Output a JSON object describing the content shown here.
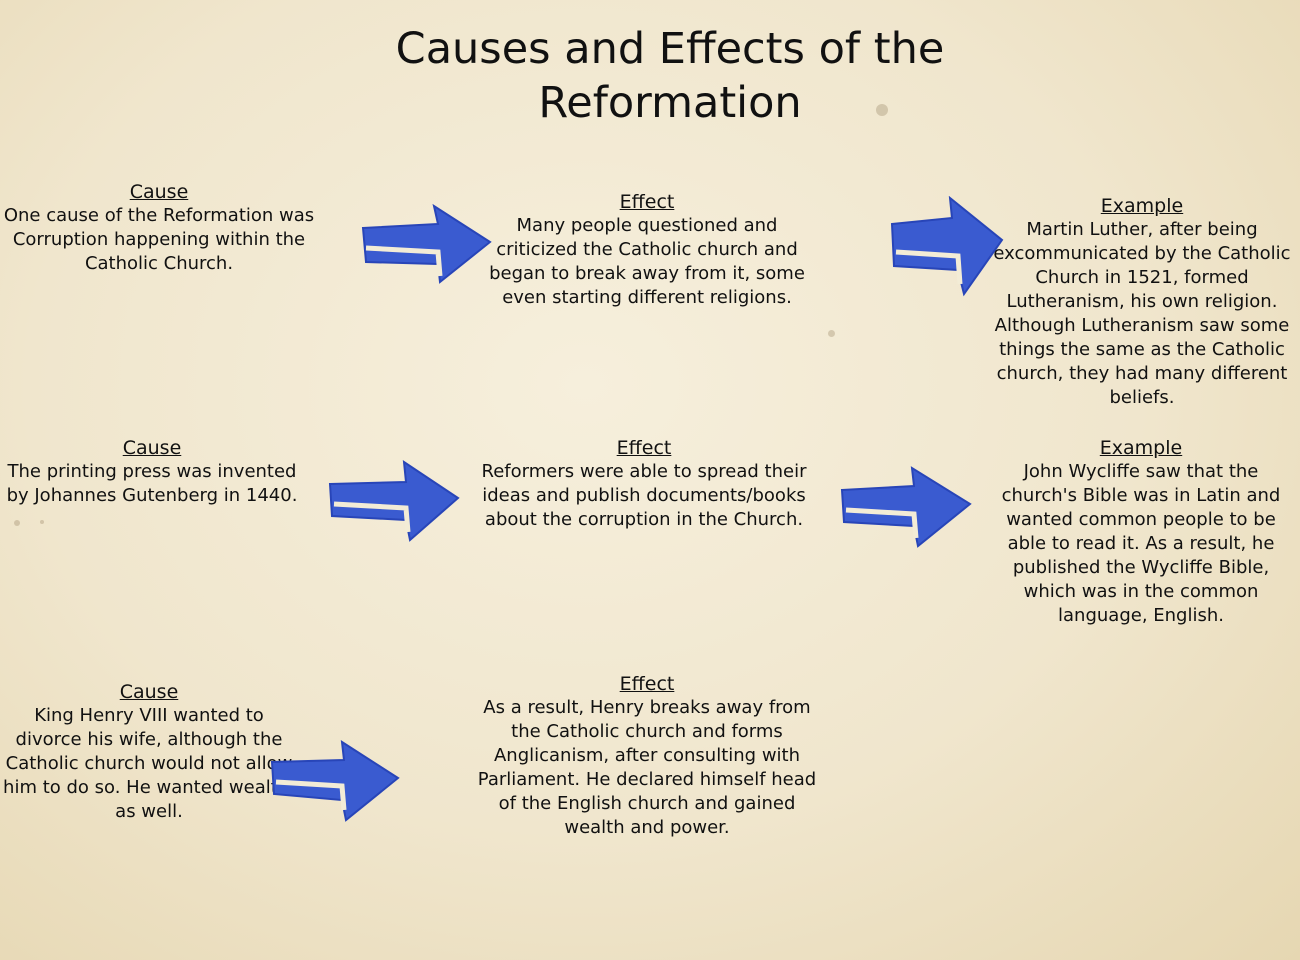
{
  "title": "Causes and Effects of the Reformation",
  "colors": {
    "arrow": "#3a5bd0",
    "arrow_dark": "#2845b8",
    "background": "#f0e6cd"
  },
  "rows": [
    {
      "cause": {
        "heading": "Cause",
        "text": "One cause of the Reformation was Corruption happening within the Catholic Church."
      },
      "effect": {
        "heading": "Effect",
        "text": "Many people questioned and criticized the Catholic church and began to break away from it, some even starting different religions."
      },
      "example": {
        "heading": "Example",
        "text": "Martin Luther, after being excommunicated by the Catholic Church in 1521, formed Lutheranism, his own religion. Although Lutheranism saw some things the same as the Catholic church, they had many different beliefs."
      }
    },
    {
      "cause": {
        "heading": "Cause",
        "text": "The printing press was invented by Johannes Gutenberg in 1440."
      },
      "effect": {
        "heading": "Effect",
        "text": "Reformers were able to spread their ideas and publish documents/books about the corruption in the Church."
      },
      "example": {
        "heading": "Example",
        "text": "John Wycliffe saw that the church's Bible was in Latin and wanted common people to be able to read it. As a result, he published the Wycliffe Bible, which was in the common language, English."
      }
    },
    {
      "cause": {
        "heading": "Cause",
        "text": "King Henry VIII wanted to divorce his wife, although the Catholic church would not allow him to do so. He wanted wealth, as well."
      },
      "effect": {
        "heading": "Effect",
        "text": "As a result, Henry breaks away from the Catholic church and forms Anglicanism, after consulting with Parliament. He declared himself head of the English church and gained wealth and power."
      }
    }
  ]
}
